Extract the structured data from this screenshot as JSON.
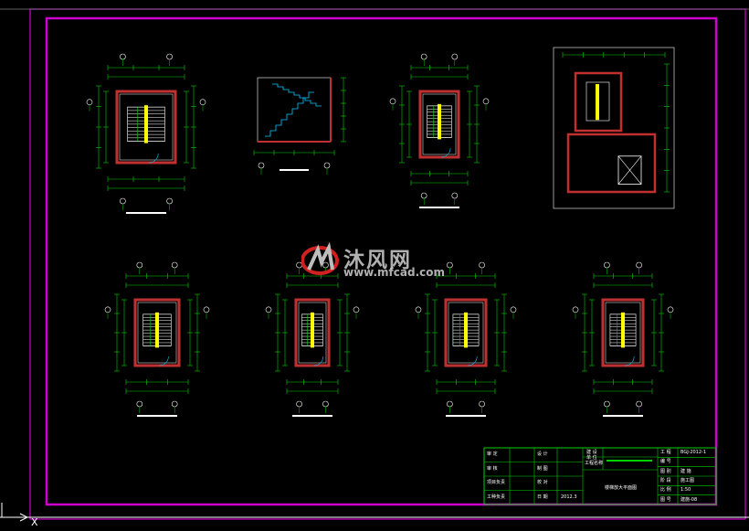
{
  "watermark": {
    "brand": "沐风网",
    "url": "www.mfcad.com"
  },
  "colors": {
    "background": "#000000",
    "border_magenta": "#d000d0",
    "line_green": "#00d000",
    "wall_red": "#c03030",
    "stair_yellow": "#ffff00",
    "line_white": "#ffffff",
    "line_cyan": "#00c8ff"
  },
  "drawings": [
    {
      "id": "plan-1"
    },
    {
      "id": "section-1"
    },
    {
      "id": "plan-2"
    },
    {
      "id": "plan-3"
    },
    {
      "id": "plan-4"
    },
    {
      "id": "plan-5"
    },
    {
      "id": "plan-6"
    },
    {
      "id": "plan-7"
    }
  ],
  "title_block": {
    "left_rows": [
      [
        "审 定",
        "设 计"
      ],
      [
        "审 核",
        "制 图"
      ],
      [
        "项目负责",
        "校 对"
      ],
      [
        "工种负责",
        "日 期"
      ]
    ],
    "date_value": "2012.3",
    "middle_top_labels": [
      "建 设",
      "单 位",
      "工程名称"
    ],
    "drawing_title": "楼梯放大平面图",
    "right_labels": [
      "工 程",
      "编 号",
      "图 别",
      "阶 段",
      "比 例",
      "图 号"
    ],
    "right_values": [
      "BGJ-2012-1",
      "",
      "建 施",
      "施工图",
      "1:50",
      "建施-08"
    ]
  },
  "ucs_marker": "X"
}
